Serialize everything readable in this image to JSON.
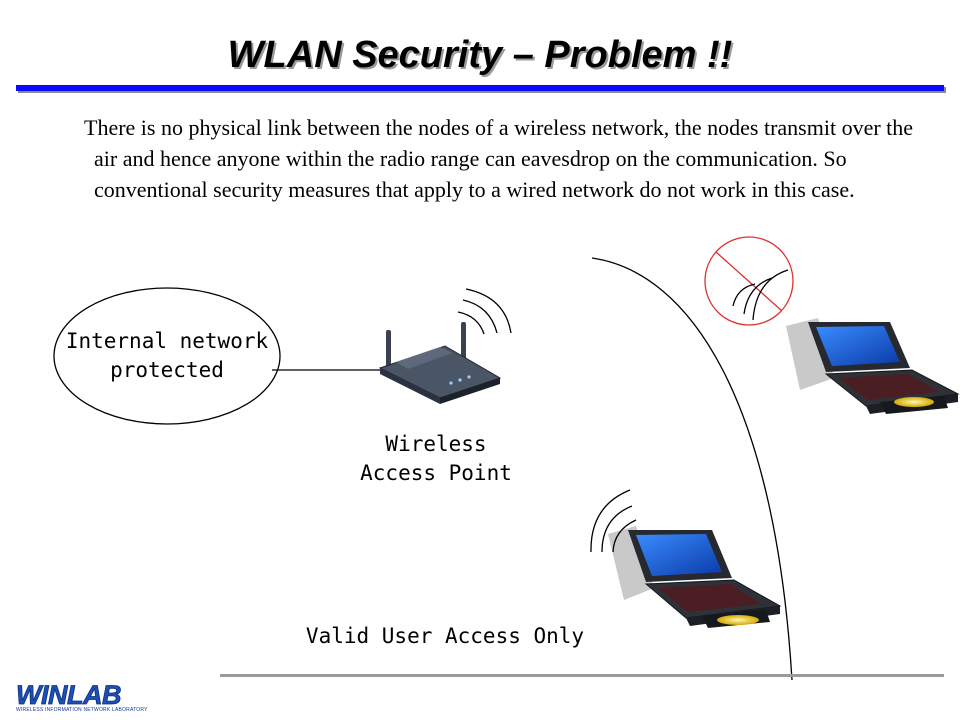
{
  "slide": {
    "title": "WLAN Security – Problem !!",
    "body": "There is no physical link between the nodes of a wireless network, the nodes transmit over the air and hence anyone within the radio range can eavesdrop on the communication. So conventional security measures that apply to a wired network do not work in this case."
  },
  "diagram": {
    "internal_network_label": "Internal network\nprotected",
    "access_point_label": "Wireless\nAccess Point",
    "valid_user_label": "Valid User Access Only"
  },
  "logo": {
    "name": "WINLAB",
    "subtitle": "WIRELESS INFORMATION NETWORK LABORATORY"
  },
  "colors": {
    "title_rule": "#0a0aff",
    "blocked_signal": "#e03030",
    "logo_blue": "#1e4fb4"
  }
}
